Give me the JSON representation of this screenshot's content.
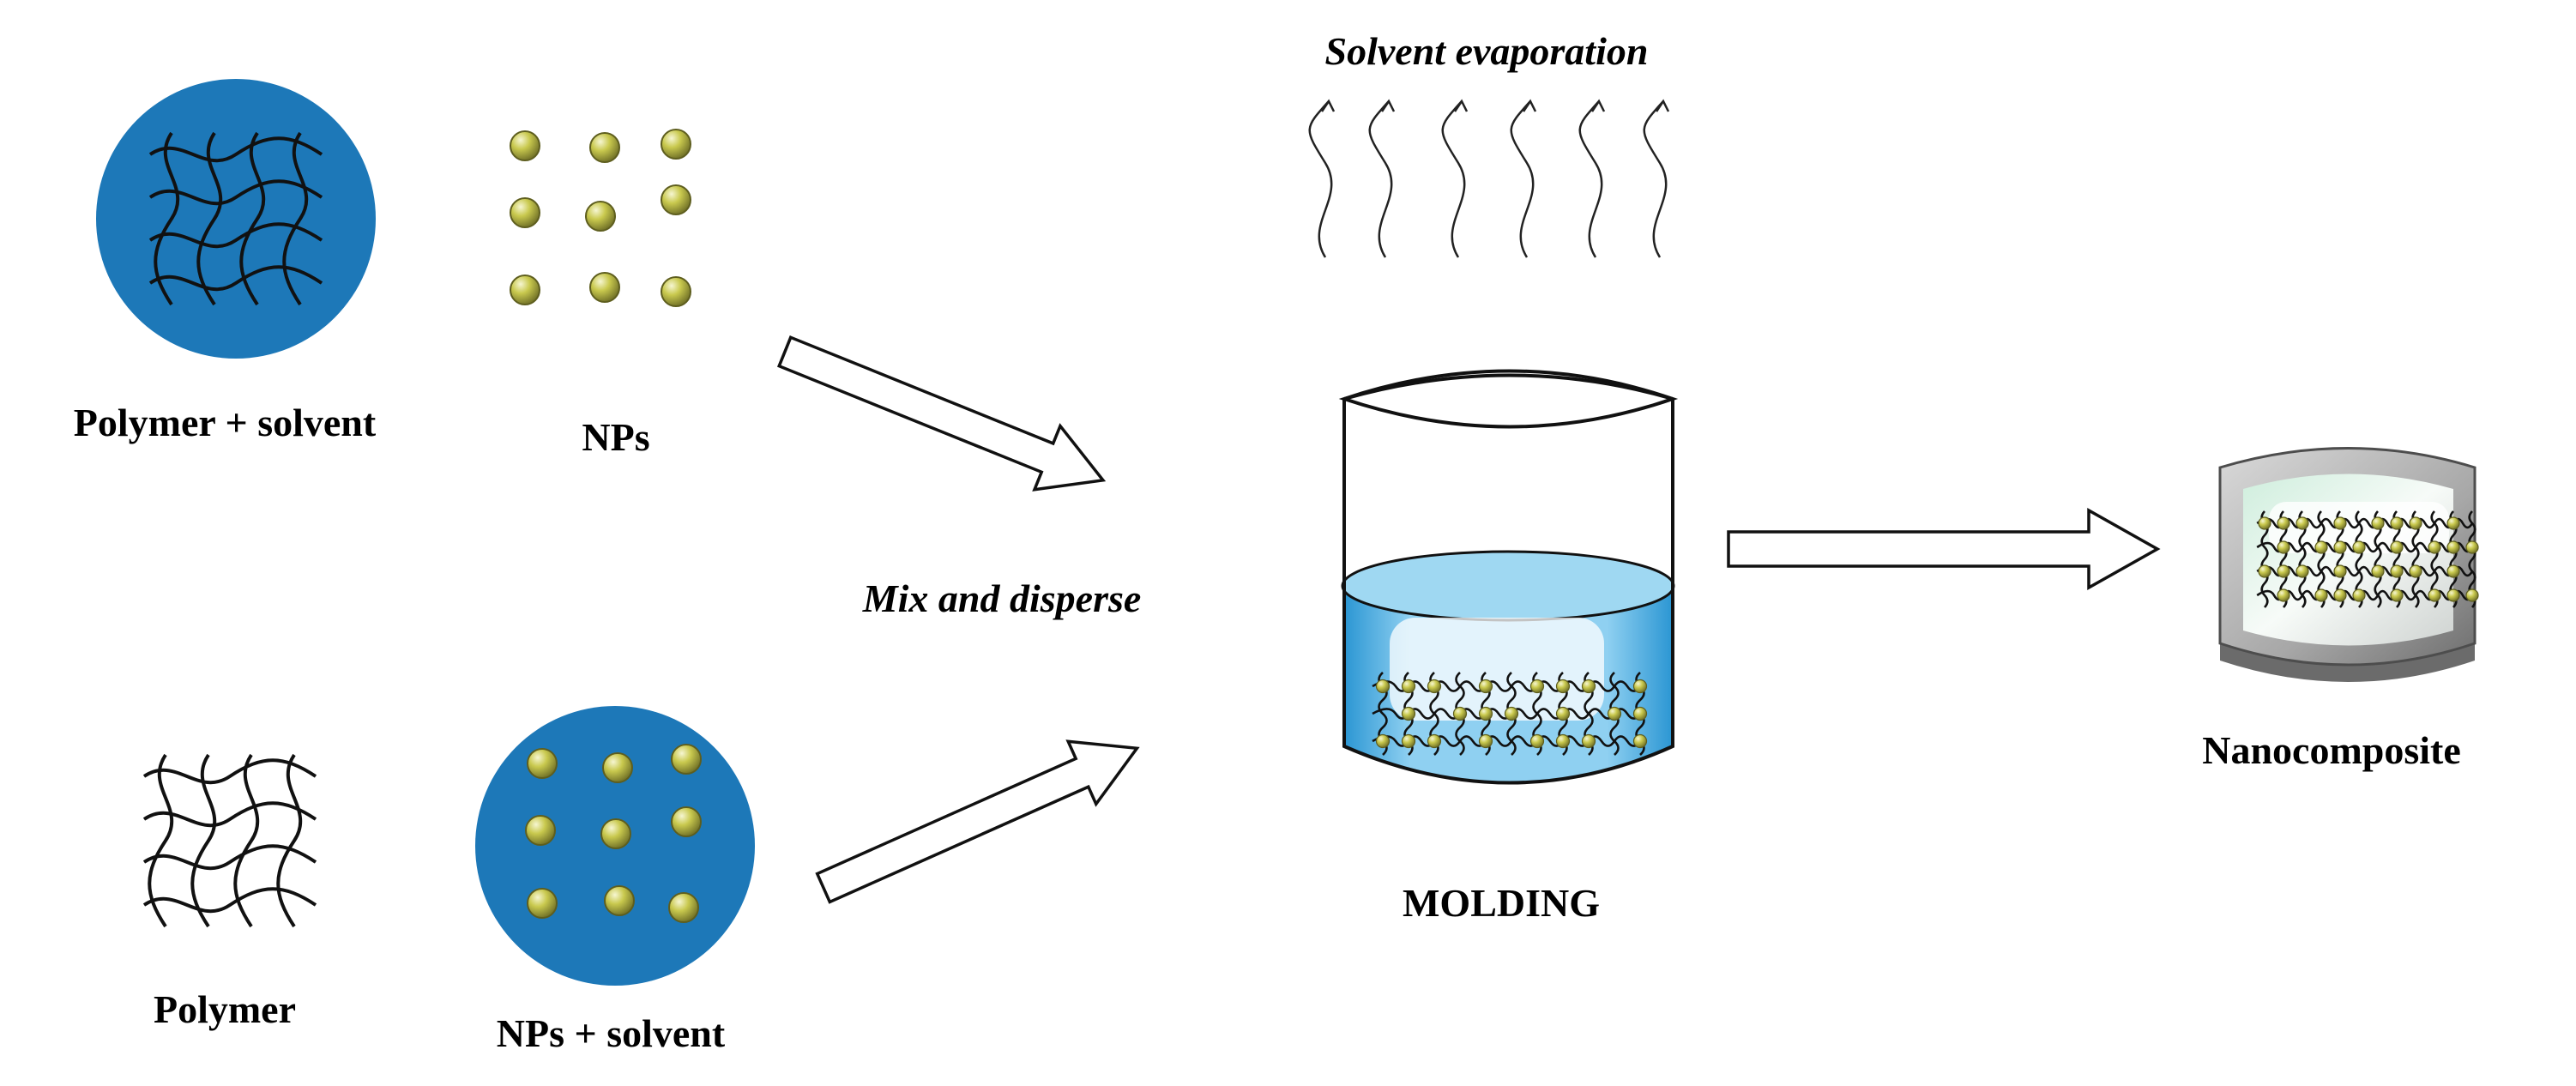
{
  "labels": {
    "polymer_solvent": "Polymer + solvent",
    "nps": "NPs",
    "polymer": "Polymer",
    "nps_solvent": "NPs + solvent",
    "mix_disperse": "Mix and disperse",
    "solvent_evaporation": "Solvent evaporation",
    "molding": "MOLDING",
    "nanocomposite": "Nanocomposite"
  },
  "colors": {
    "solvent_blue": "#1d78b8",
    "nanoparticle": "#b2b23c",
    "nanoparticle_highlight": "#f2f2c8",
    "liquid_light": "#bfe6f6",
    "liquid_dark": "#1b8fcf",
    "nanocomposite_gray": "#9a9a9a",
    "nanocomposite_green": "#cdeed8"
  },
  "icons": {
    "polymer_network": "wavy-chain-network-icon",
    "nanoparticle": "sphere-icon",
    "arrow": "hollow-block-arrow-icon",
    "evaporation": "wavy-vapor-line-icon",
    "beaker": "beaker-icon"
  }
}
